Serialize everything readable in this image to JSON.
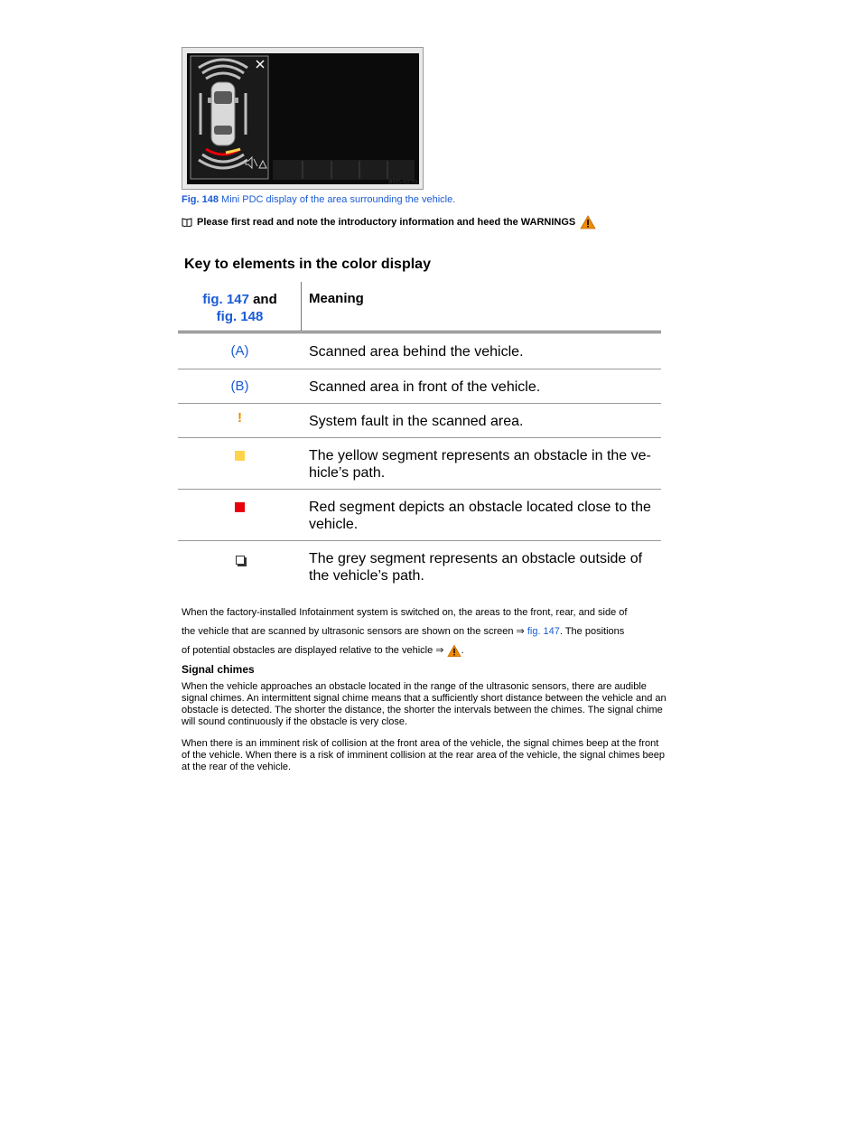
{
  "figure": {
    "code": "B5G-0270",
    "caption_number": "Fig. 148",
    "caption_text": " Mini PDC display of the area surrounding the vehicle.",
    "colors": {
      "screen": "#0b0b0b",
      "frame": "#e9e9e9",
      "red_segment": "#e8000a",
      "yellow_segment": "#ffd34a",
      "grey_segment": "#bdbdbd"
    },
    "icons": [
      "close-icon",
      "speaker-mute-icon",
      "warning-icon"
    ]
  },
  "intro": {
    "text": "Please first read and note the introductory information and heed the WARNINGS"
  },
  "table": {
    "title": "Key to elements in the color display",
    "header_col1_link1": "fig. 147",
    "header_col1_and": " and",
    "header_col1_link2": "fig. 148",
    "header_col2": "Meaning",
    "rows": [
      {
        "key": "(A)",
        "meaning": "Scanned area behind the vehicle."
      },
      {
        "key": "(B)",
        "meaning": "Scanned area in front of the vehicle."
      },
      {
        "key": "!",
        "meaning": "System fault in the scanned area."
      },
      {
        "key_icon": "yellow-square-icon",
        "meaning": "The yellow segment represents an obstacle in the ve-hicle’s path."
      },
      {
        "key_icon": "red-square-icon",
        "meaning": "Red segment depicts an obstacle located close to the vehicle."
      },
      {
        "key_icon": "grey-square-icon",
        "meaning": "The grey segment represents an obstacle outside of the vehicle’s path."
      }
    ]
  },
  "body": {
    "para1_line1": "When the factory-installed Infotainment system is switched on, the areas to the front, rear, and side of",
    "para1_line2a": "the vehicle that are scanned by ultrasonic sensors are shown on the screen ⇒ ",
    "para1_line2_link": "fig. 147",
    "para1_line2b": ". The positions",
    "para1_line3": "of potential obstacles are displayed relative to the vehicle ⇒ ",
    "para1_line3_end": ".",
    "subheading": "Signal chimes",
    "para2": "When the vehicle approaches an obstacle located in the range of the ultrasonic sensors, there are audible signal chimes. An intermittent signal chime means that a sufficiently short distance between the vehicle and an obstacle is detected. The shorter the distance, the shorter the intervals between the chimes. The signal chime will sound continuously if the obstacle is very close.",
    "para3": "When there is an imminent risk of collision at the front area of the vehicle, the signal chimes beep at the front of the vehicle. When there is a risk of imminent collision at the rear area of the vehicle, the signal chimes beep at the rear of the vehicle."
  }
}
